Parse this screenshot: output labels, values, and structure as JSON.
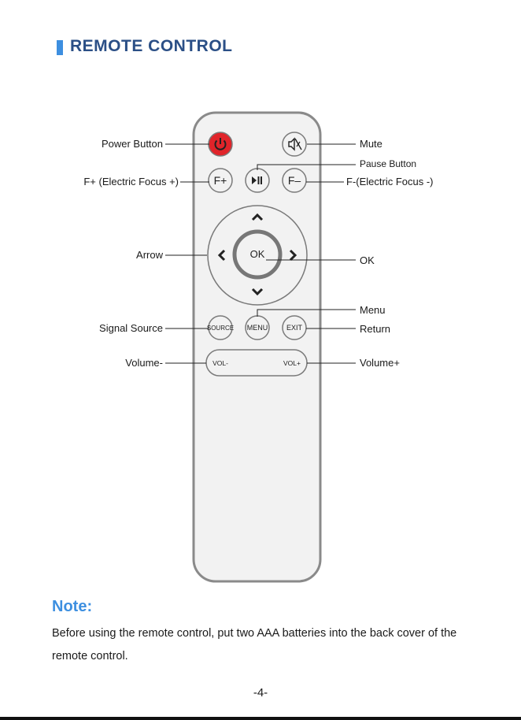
{
  "header": {
    "title": "REMOTE CONTROL"
  },
  "remote": {
    "buttons": {
      "ok": "OK",
      "f_plus": "F+",
      "f_minus": "F–",
      "source": "SOURCE",
      "menu": "MENU",
      "exit": "EXIT",
      "vol_minus": "VOL-",
      "vol_plus": "VOL+"
    },
    "icons": [
      "power-icon",
      "mute-icon",
      "play-pause-icon",
      "arrow-up-icon",
      "arrow-down-icon",
      "arrow-left-icon",
      "arrow-right-icon"
    ],
    "colors": {
      "power": "#e0242a",
      "accent": "#3d8fe0",
      "title": "#2b4f86"
    }
  },
  "labels": {
    "power": "Power Button",
    "mute": "Mute",
    "pause": "Pause Button",
    "f_plus": "F+ (Electric Focus +)",
    "f_minus": "F-(Electric Focus -)",
    "arrow": "Arrow",
    "ok": "OK",
    "menu": "Menu",
    "signal_source": "Signal Source",
    "return": "Return",
    "volume_minus": "Volume-",
    "volume_plus": "Volume+"
  },
  "note": {
    "heading": "Note:",
    "text": "Before using the remote control, put two AAA batteries into the back cover of the remote control."
  },
  "footer": {
    "page": "-4-"
  }
}
